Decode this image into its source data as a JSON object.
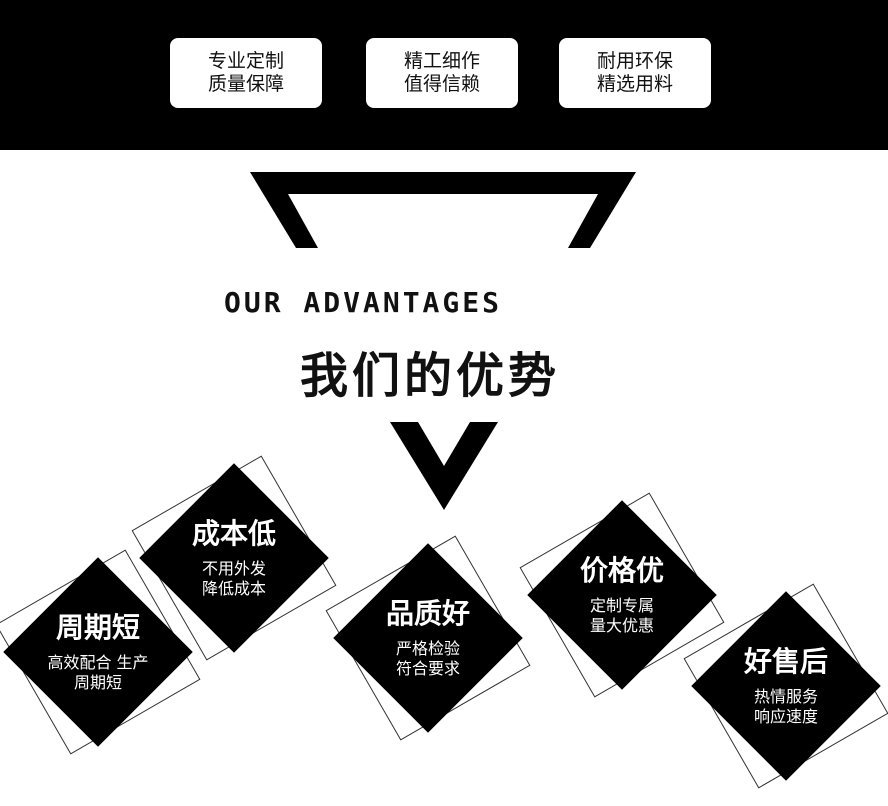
{
  "banner": {
    "pills": [
      {
        "line1": "专业定制",
        "line2": "质量保障"
      },
      {
        "line1": "精工细作",
        "line2": "值得信赖"
      },
      {
        "line1": "耐用环保",
        "line2": "精选用料"
      }
    ]
  },
  "heading": {
    "subtitle": "OUR ADVANTAGES",
    "title": "我们的优势"
  },
  "advantages": [
    {
      "title": "周期短",
      "line1": "高效配合 生产",
      "line2": "周期短"
    },
    {
      "title": "成本低",
      "line1": "不用外发",
      "line2": "降低成本"
    },
    {
      "title": "品质好",
      "line1": "严格检验",
      "line2": "符合要求"
    },
    {
      "title": "价格优",
      "line1": "定制专属",
      "line2": "量大优惠"
    },
    {
      "title": "好售后",
      "line1": "热情服务",
      "line2": "响应速度"
    }
  ],
  "colors": {
    "band": "#000000",
    "pill": "#ffffff",
    "diamond": "#000000",
    "diamond_text": "#ffffff",
    "text": "#111111"
  }
}
